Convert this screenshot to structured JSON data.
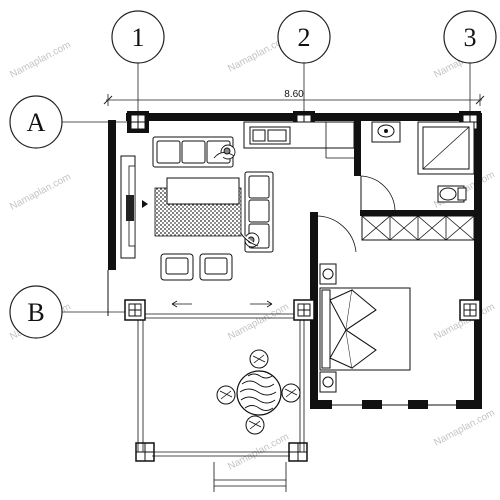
{
  "grid_columns": [
    "1",
    "2",
    "3"
  ],
  "grid_rows": [
    "A",
    "B"
  ],
  "overall_dimension": "8.60",
  "watermark": "Namaplan.com"
}
